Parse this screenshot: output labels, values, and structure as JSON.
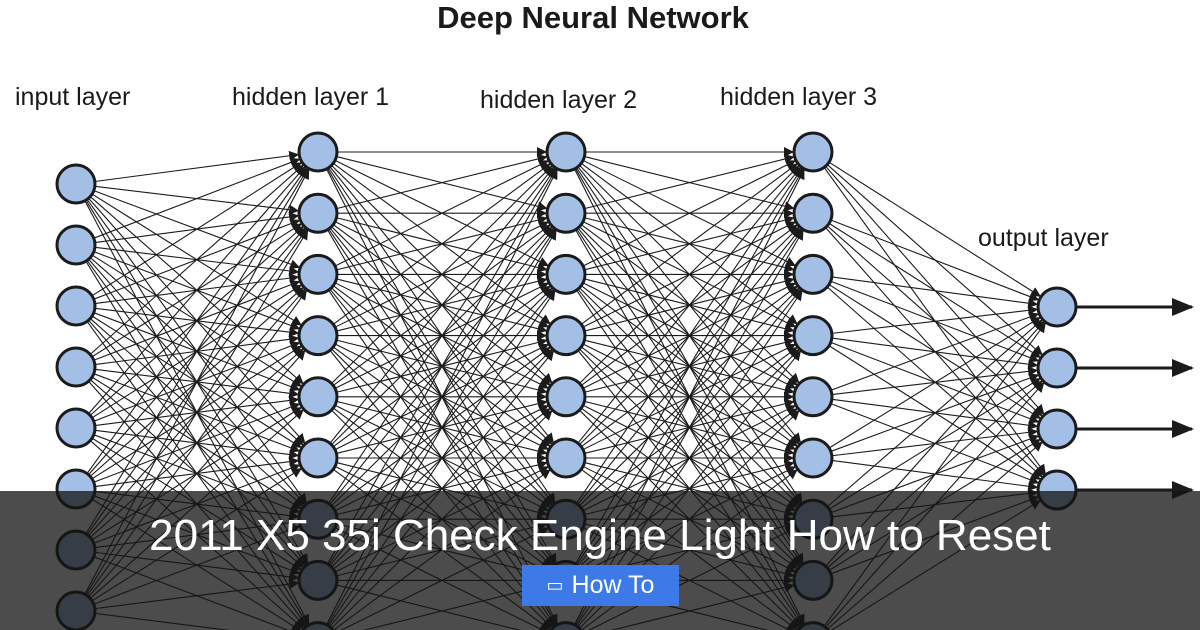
{
  "diagram": {
    "title": "Deep Neural Network",
    "layers": [
      {
        "label": "input layer",
        "nodes": 8
      },
      {
        "label": "hidden layer 1",
        "nodes": 9
      },
      {
        "label": "hidden layer 2",
        "nodes": 9
      },
      {
        "label": "hidden layer 3",
        "nodes": 9
      },
      {
        "label": "output layer",
        "nodes": 4
      }
    ],
    "colors": {
      "node_fill": "#a4bfe5",
      "node_stroke": "#1b1b1b",
      "edge": "#1b1b1b"
    }
  },
  "overlay": {
    "headline": "2011 X5 35i Check Engine Light How to Reset",
    "badge_icon": "folder-icon",
    "badge_label": "How To",
    "colors": {
      "badge_bg": "#3d7ae8",
      "overlay_bg": "#141414"
    }
  }
}
